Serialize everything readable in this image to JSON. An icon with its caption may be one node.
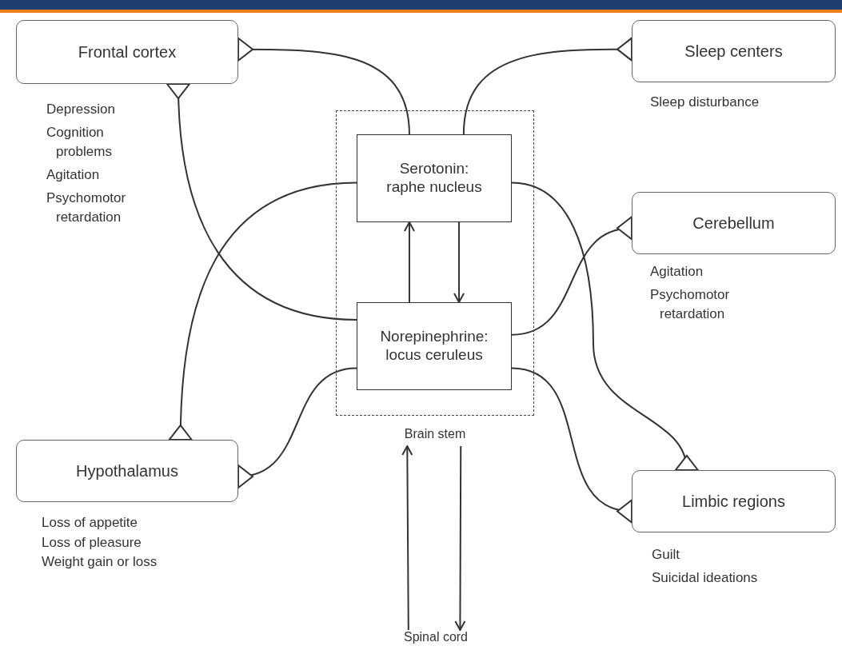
{
  "diagram": {
    "nodes": [
      {
        "text": [
          "Frontal cortex"
        ],
        "beside": [
          "Depression",
          "Cognition problems",
          "Agitation",
          "Psychomotor retardation"
        ]
      },
      {
        "text": [
          "Sleep centers"
        ],
        "beside": [
          "Sleep disturbance"
        ]
      },
      {
        "text": [
          "Brain stem"
        ]
      },
      {
        "text": [
          "Serotonin: raphe nucleus"
        ],
        "in": 2
      },
      {
        "text": [
          "Norepinephrine: locus ceruleus"
        ],
        "in": 2
      },
      {
        "text": [
          "Cerebellum"
        ],
        "beside": [
          "Agitation",
          "Psychomotor retardation"
        ]
      },
      {
        "text": [
          "Hypothalamus"
        ],
        "beside": [
          "Loss of appetite",
          "Loss of pleasure",
          "Weight gain or loss"
        ]
      },
      {
        "text": [
          "Limbic regions"
        ],
        "beside": [
          "Guilt",
          "Suicidal ideations"
        ]
      },
      {
        "text": [
          "Spinal cord"
        ]
      }
    ],
    "edges": [
      {
        "from": 3,
        "to": 0,
        "arrow": "other"
      },
      {
        "from": 4,
        "to": 0,
        "arrow": "other"
      },
      {
        "from": 3,
        "to": 1,
        "arrow": "other"
      },
      {
        "from": 3,
        "to": 6,
        "arrow": "other"
      },
      {
        "from": 4,
        "to": 6,
        "arrow": "other"
      },
      {
        "from": 3,
        "to": 7,
        "arrow": "other"
      },
      {
        "from": 4,
        "to": 5,
        "arrow": "other"
      },
      {
        "from": 4,
        "to": 7,
        "arrow": "other"
      },
      {
        "from": 4,
        "to": 3,
        "arrow": "to"
      },
      {
        "from": 3,
        "to": 4,
        "arrow": "to"
      },
      {
        "from": 8,
        "to": 2,
        "arrow": "to"
      },
      {
        "from": 2,
        "to": 8,
        "arrow": "to"
      }
    ]
  }
}
